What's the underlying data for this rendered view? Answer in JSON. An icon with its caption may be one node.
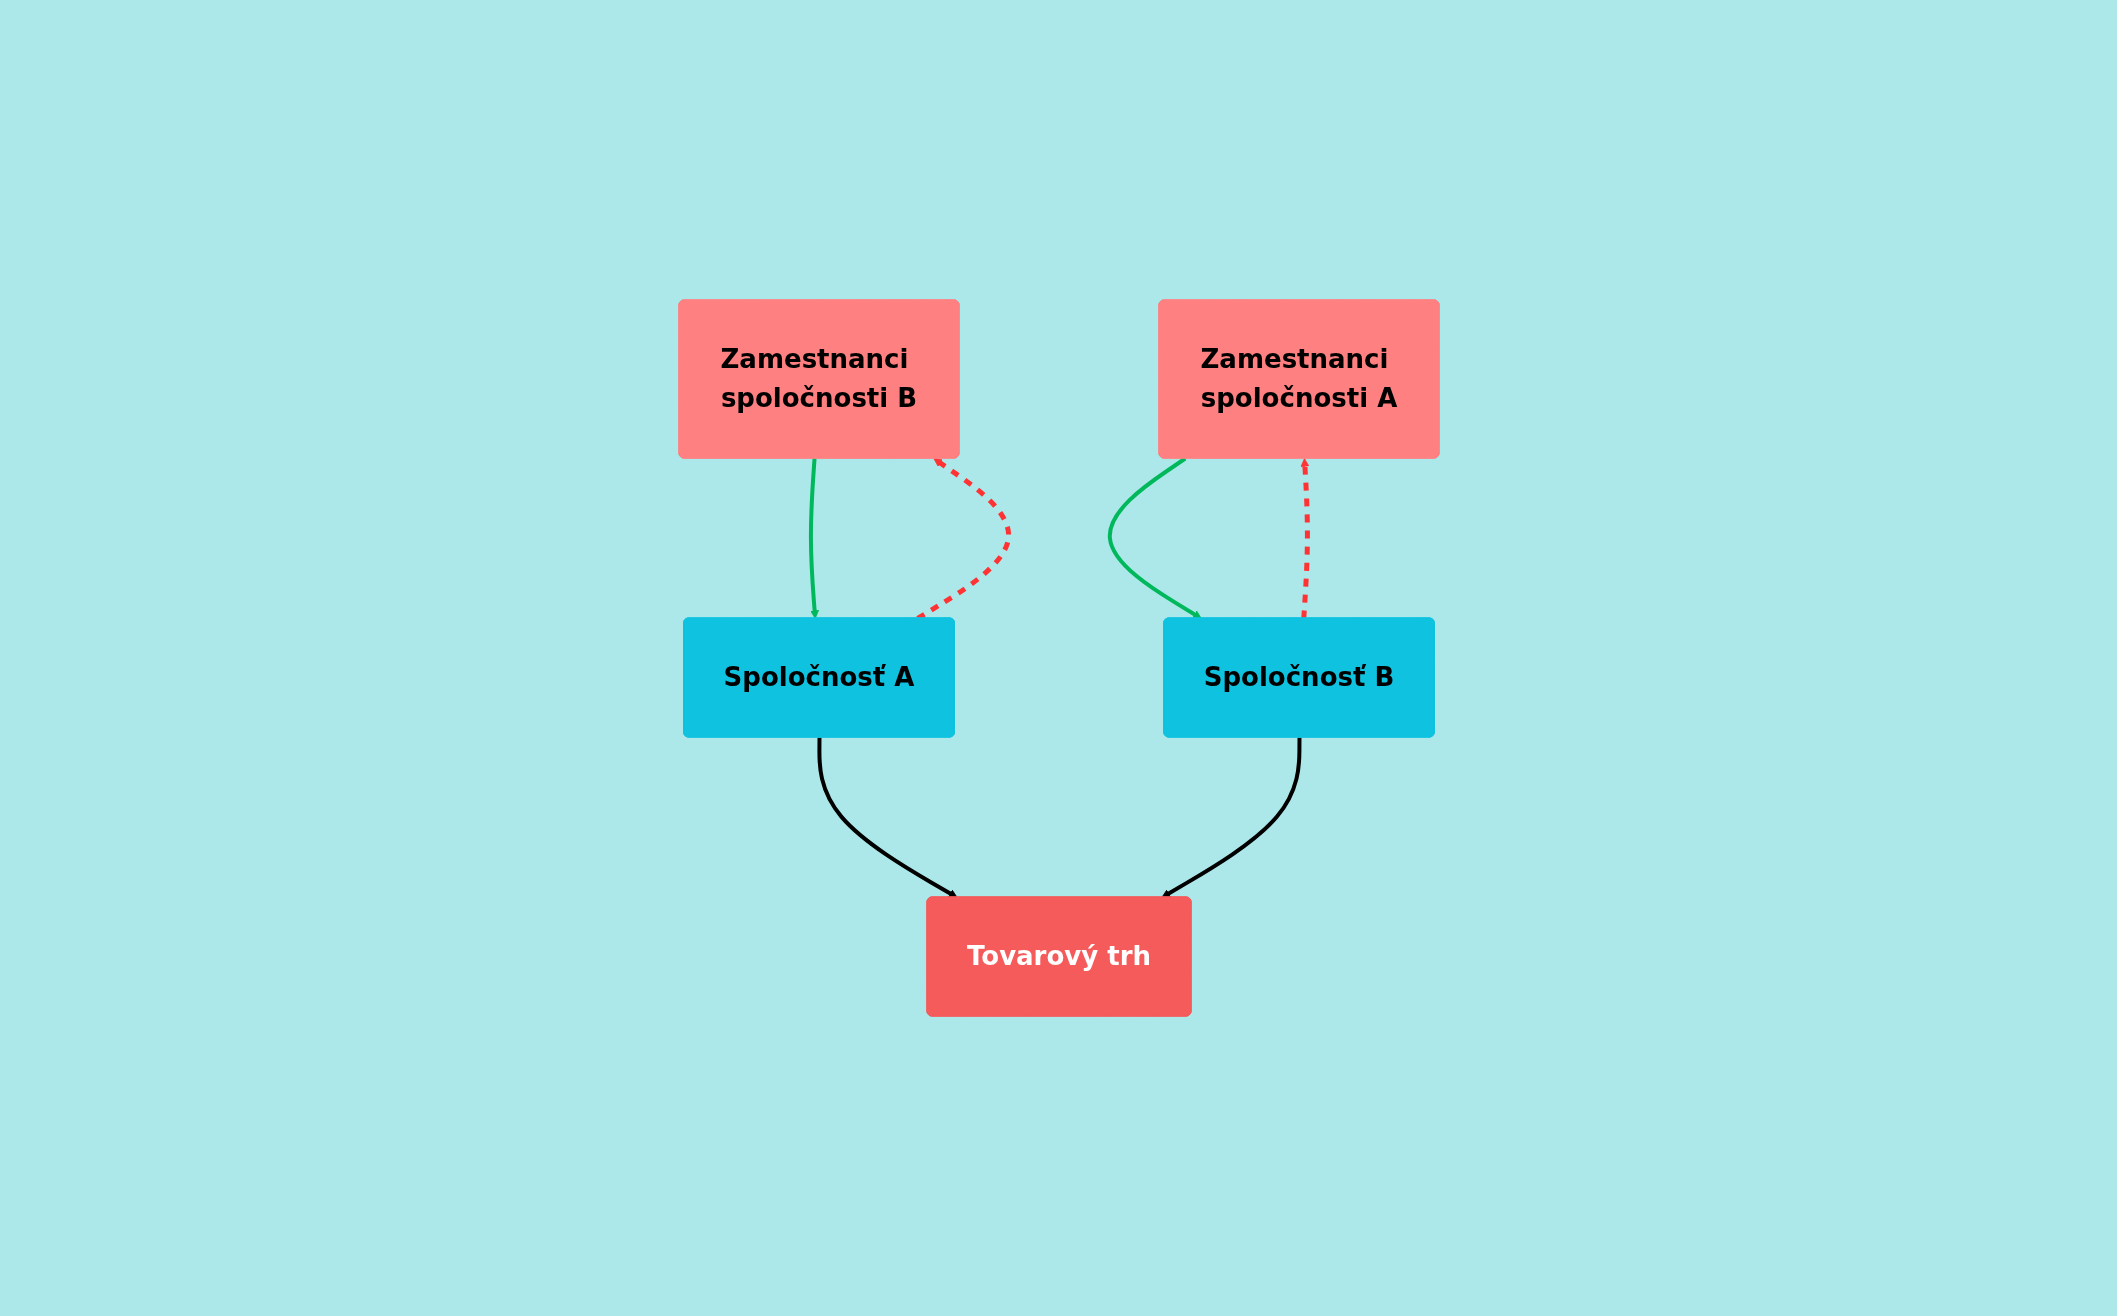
{
  "diagram": {
    "nodes": [
      {
        "text": [
          "Zamestnanci spoločnosti A"
        ]
      },
      {
        "text": [
          "Zamestnanci spoločnosti B"
        ]
      },
      {
        "text": [
          "Spoločnosť A"
        ]
      },
      {
        "text": [
          "Spoločnosť B"
        ]
      },
      {
        "text": [
          "Tovarový trh"
        ]
      }
    ],
    "edges": [
      {
        "from": 0,
        "to": 3,
        "arrow": "to",
        "color": "#00b85c"
      },
      {
        "from": 1,
        "to": 2,
        "arrow": "to",
        "color": "#00b85c"
      },
      {
        "from": 3,
        "to": 0,
        "arrow": "to",
        "style": "dashed",
        "color": "#ff3333"
      },
      {
        "from": 2,
        "to": 1,
        "arrow": "to",
        "style": "dashed",
        "color": "#ff3333"
      },
      {
        "from": 2,
        "to": 4,
        "arrow": "to",
        "color": "#000000"
      },
      {
        "from": 3,
        "to": 4,
        "arrow": "to",
        "color": "#000000"
      }
    ]
  }
}
